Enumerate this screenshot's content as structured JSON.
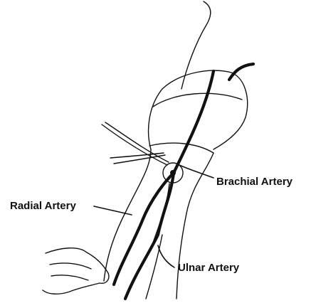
{
  "labels": {
    "brachial": "Brachial Artery",
    "radial": "Radial Artery",
    "ulnar": "Ulnar Artery"
  },
  "colors": {
    "ink": "#111111",
    "background": "#ffffff"
  }
}
